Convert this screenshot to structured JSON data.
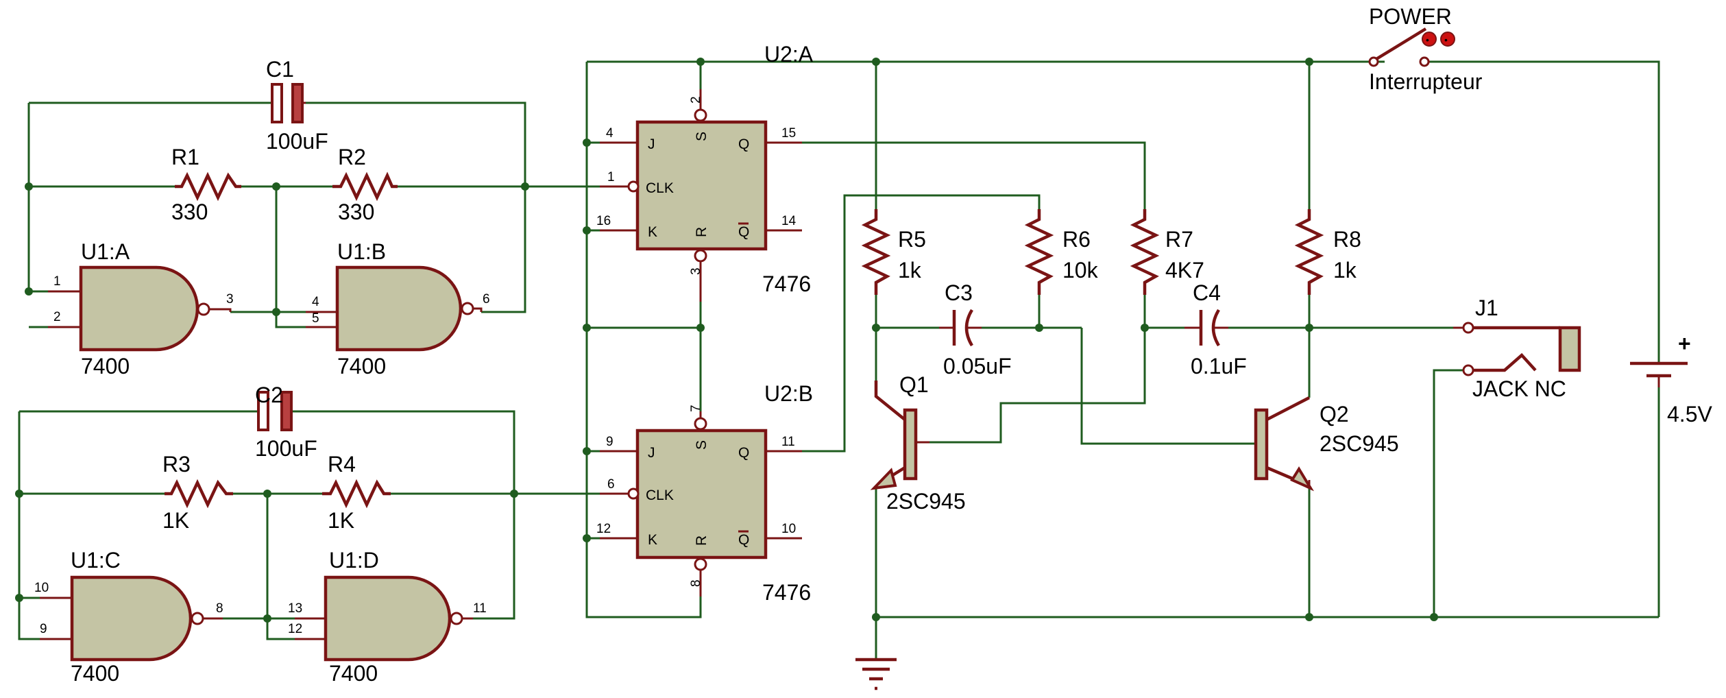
{
  "labels": {
    "c1": "C1",
    "c1_val": "100uF",
    "c2": "C2",
    "c2_val": "100uF",
    "r1": "R1",
    "r1_val": "330",
    "r2": "R2",
    "r2_val": "330",
    "r3": "R3",
    "r3_val": "1K",
    "r4": "R4",
    "r4_val": "1K",
    "u1a": "U1:A",
    "u1a_type": "7400",
    "u1b": "U1:B",
    "u1b_type": "7400",
    "u1c": "U1:C",
    "u1c_type": "7400",
    "u1d": "U1:D",
    "u1d_type": "7400",
    "u2a": "U2:A",
    "u2a_type": "7476",
    "u2b": "U2:B",
    "u2b_type": "7476",
    "r5": "R5",
    "r5_val": "1k",
    "r6": "R6",
    "r6_val": "10k",
    "r7": "R7",
    "r7_val": "4K7",
    "r8": "R8",
    "r8_val": "1k",
    "c3": "C3",
    "c3_val": "0.05uF",
    "c4": "C4",
    "c4_val": "0.1uF",
    "q1": "Q1",
    "q1_type": "2SC945",
    "q2": "Q2",
    "q2_type": "2SC945",
    "power": "POWER",
    "switch": "Interrupteur",
    "j1": "J1",
    "jack": "JACK NC",
    "battery": "4.5V",
    "plus": "+"
  },
  "pins": {
    "u1a_in1": "1",
    "u1a_in2": "2",
    "u1a_out": "3",
    "u1b_in1": "4",
    "u1b_in2": "5",
    "u1b_out": "6",
    "u1c_in1": "10",
    "u1c_in2": "9",
    "u1c_out": "8",
    "u1d_in1": "13",
    "u1d_in2": "12",
    "u1d_out": "11",
    "u2a_s": "2",
    "u2a_j": "4",
    "u2a_clk": "1",
    "u2a_k": "16",
    "u2a_r": "3",
    "u2a_q": "15",
    "u2a_qn": "14",
    "u2b_s": "7",
    "u2b_j": "9",
    "u2b_clk": "6",
    "u2b_k": "12",
    "u2b_r": "8",
    "u2b_q": "11",
    "u2b_qn": "10"
  },
  "ff_pins": {
    "j": "J",
    "clk": "CLK",
    "k": "K",
    "s": "S",
    "r": "R",
    "q": "Q",
    "qbar": "Q"
  },
  "colors": {
    "wire": "#1f5c1f",
    "component": "#7a1414",
    "body_fill": "#c4c4a4",
    "led": "#cc1111"
  }
}
